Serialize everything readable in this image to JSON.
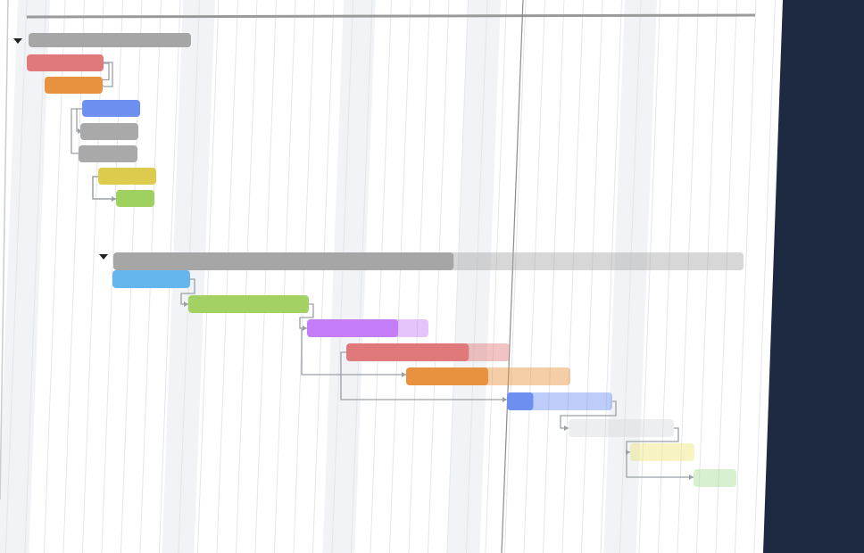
{
  "colors": {
    "background": "#1d2a42",
    "sheet": "#ffffff",
    "grid_line": "#e3e6ea",
    "weekend_band": "#f1f3f6",
    "header_line": "#9a9a9a",
    "today_line": "#8c8c8c",
    "connector": "#9aa0a6"
  },
  "groups": [
    {
      "name": "",
      "expanded": true,
      "progress": 1.0,
      "color": "#a6a6a6",
      "tasks": [
        {
          "color": "#e07a7a",
          "progress": 1.0
        },
        {
          "color": "#e8923f",
          "progress": 1.0
        },
        {
          "color": "#6d8ff0",
          "progress": 1.0
        },
        {
          "color": "#a9a9a9",
          "progress": 1.0
        },
        {
          "color": "#a9a9a9",
          "progress": 1.0
        },
        {
          "color": "#dccb4c",
          "progress": 1.0
        },
        {
          "color": "#9fd160",
          "progress": 1.0
        }
      ]
    },
    {
      "name": "",
      "expanded": true,
      "progress": 0.54,
      "color": "#a6a6a6",
      "tasks": [
        {
          "color": "#66b6ee",
          "progress": 1.0
        },
        {
          "color": "#a3d163",
          "progress": 1.0
        },
        {
          "color": "#c57cf7",
          "progress": 0.75
        },
        {
          "color": "#e07a7a",
          "progress": 0.75
        },
        {
          "color": "#e8923f",
          "progress": 0.5
        },
        {
          "color": "#6d8ff0",
          "progress": 0.25
        },
        {
          "color": "#d7d9dc",
          "progress": 0.0
        },
        {
          "color": "#ede47a",
          "progress": 0.0
        },
        {
          "color": "#a9dd97",
          "progress": 0.0
        }
      ]
    }
  ]
}
